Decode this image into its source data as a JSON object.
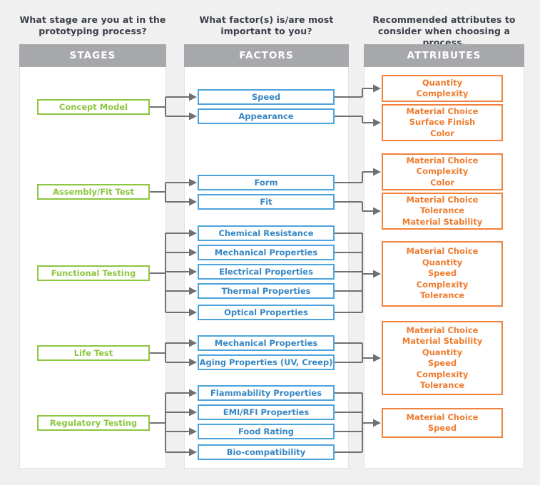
{
  "columns": [
    {
      "question": "What stage are you at in the\nprototyping process?",
      "header": "STAGES"
    },
    {
      "question": "What factor(s) is/are most\nimportant to you?",
      "header": "FACTORS"
    },
    {
      "question": "Recommended attributes to\nconsider when choosing a process.",
      "header": "ATTRIBUTES"
    }
  ],
  "colors": {
    "stage": "#8dc63f",
    "factor": "#4da3db",
    "factor_text": "#3787c4",
    "attribute": "#f1813c",
    "attribute_text": "#ee7c2f",
    "header_bar": "#a6a8ab",
    "connector": "#6e7174",
    "background": "#f0f0f0",
    "panel": "#ffffff"
  },
  "stages": [
    {
      "label": "Concept Model"
    },
    {
      "label": "Assembly/Fit Test"
    },
    {
      "label": "Functional Testing"
    },
    {
      "label": "Life Test"
    },
    {
      "label": "Regulatory Testing"
    }
  ],
  "factors": [
    {
      "label": "Speed"
    },
    {
      "label": "Appearance"
    },
    {
      "label": "Form"
    },
    {
      "label": "Fit"
    },
    {
      "label": "Chemical Resistance"
    },
    {
      "label": "Mechanical Properties"
    },
    {
      "label": "Electrical Properties"
    },
    {
      "label": "Thermal Properties"
    },
    {
      "label": "Optical Properties"
    },
    {
      "label": "Mechanical Properties"
    },
    {
      "label": "Aging Properties (UV, Creep)"
    },
    {
      "label": "Flammability Properties"
    },
    {
      "label": "EMI/RFI Properties"
    },
    {
      "label": "Food Rating"
    },
    {
      "label": "Bio-compatibility"
    }
  ],
  "attributes": [
    {
      "lines": [
        "Quantity",
        "Complexity"
      ]
    },
    {
      "lines": [
        "Material Choice",
        "Surface Finish",
        "Color"
      ]
    },
    {
      "lines": [
        "Material Choice",
        "Complexity",
        "Color"
      ]
    },
    {
      "lines": [
        "Material Choice",
        "Tolerance",
        "Material Stability"
      ]
    },
    {
      "lines": [
        "Material Choice",
        "Quantity",
        "Speed",
        "Complexity",
        "Tolerance"
      ]
    },
    {
      "lines": [
        "Material Choice",
        "Material Stability",
        "Quantity",
        "Speed",
        "Complexity",
        "Tolerance"
      ]
    },
    {
      "lines": [
        "Material Choice",
        "Speed"
      ]
    }
  ],
  "flow": {
    "stage_to_factors": [
      {
        "stage": 0,
        "factors": [
          0,
          1
        ]
      },
      {
        "stage": 1,
        "factors": [
          2,
          3
        ]
      },
      {
        "stage": 2,
        "factors": [
          4,
          5,
          6,
          7,
          8
        ]
      },
      {
        "stage": 3,
        "factors": [
          9,
          10
        ]
      },
      {
        "stage": 4,
        "factors": [
          11,
          12,
          13,
          14
        ]
      }
    ],
    "factors_to_attribute": [
      {
        "factors": [
          0
        ],
        "attribute": 0
      },
      {
        "factors": [
          1
        ],
        "attribute": 1
      },
      {
        "factors": [
          2
        ],
        "attribute": 2
      },
      {
        "factors": [
          3
        ],
        "attribute": 3
      },
      {
        "factors": [
          4,
          5,
          6,
          7,
          8
        ],
        "attribute": 4
      },
      {
        "factors": [
          9,
          10
        ],
        "attribute": 5
      },
      {
        "factors": [
          11,
          12,
          13,
          14
        ],
        "attribute": 6
      }
    ]
  }
}
